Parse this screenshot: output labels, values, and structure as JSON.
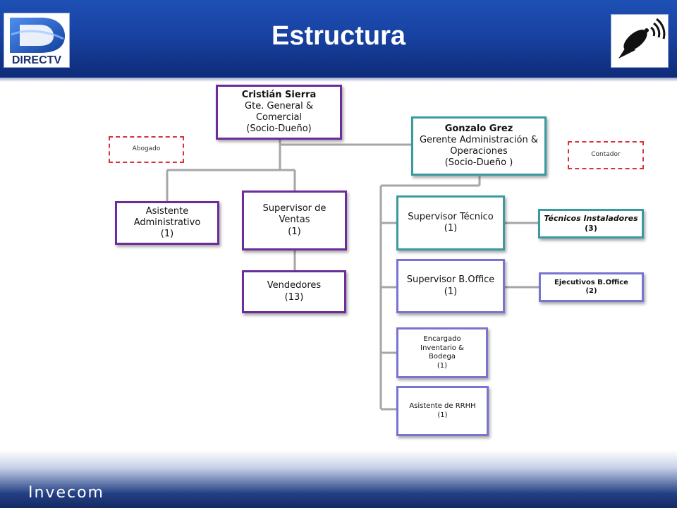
{
  "title": "Estructura",
  "logos": {
    "left": {
      "text": "DIRECTV",
      "icon": "directv-logo-icon"
    },
    "right": {
      "icon": "satellite-dish-icon"
    }
  },
  "footer": {
    "brand": "Invecom"
  },
  "nodes": {
    "ceo": {
      "name": "Cristián Sierra",
      "line1": "Gte. General &",
      "line2": "Comercial",
      "line3": "(Socio-Dueño)"
    },
    "gm": {
      "name": "Gonzalo Grez",
      "line1": "Gerente Administración &",
      "line2": "Operaciones",
      "line3": "(Socio-Dueño )"
    },
    "lawyer": {
      "label": "Abogado"
    },
    "accountant": {
      "label": "Contador"
    },
    "admin_assistant": {
      "line1": "Asistente",
      "line2": "Administrativo",
      "count": "(1)"
    },
    "sales_supervisor": {
      "line1": "Supervisor de",
      "line2": "Ventas",
      "count": "(1)"
    },
    "sellers": {
      "line1": "Vendedores",
      "count": "(13)"
    },
    "tech_supervisor": {
      "line1": "Supervisor Técnico",
      "count": "(1)"
    },
    "tech_installers": {
      "line1": "Técnicos Instaladores",
      "count": "(3)"
    },
    "backoffice_supervisor": {
      "line1": "Supervisor B.Office",
      "count": "(1)"
    },
    "backoffice_execs": {
      "line1": "Ejecutivos B.Office",
      "count": "(2)"
    },
    "inventory": {
      "line1": "Encargado",
      "line2": "Inventario &",
      "line3": "Bodega",
      "count": "(1)"
    },
    "hr_assistant": {
      "line1": "Asistente de RRHH",
      "count": "(1)"
    }
  },
  "colors": {
    "purple": "#6c2c9a",
    "teal": "#3b9aa0",
    "lavender": "#7b73d2",
    "dashed_red": "#d8323a",
    "connector": "#a6a6a6",
    "header": "#1842a2"
  }
}
